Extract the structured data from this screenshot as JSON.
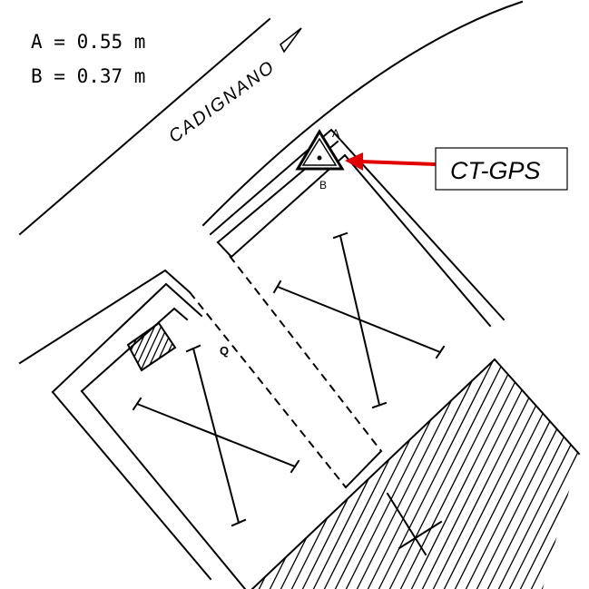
{
  "dimensions": {
    "a_line": "A = 0.55 m",
    "b_line": "B = 0.37 m"
  },
  "street_name": "CADIGNANO",
  "marker": {
    "label_a": "A",
    "label_b": "B"
  },
  "point_label": "Q",
  "tag": {
    "text": "CT-GPS",
    "arrow_color": "#e00000"
  }
}
